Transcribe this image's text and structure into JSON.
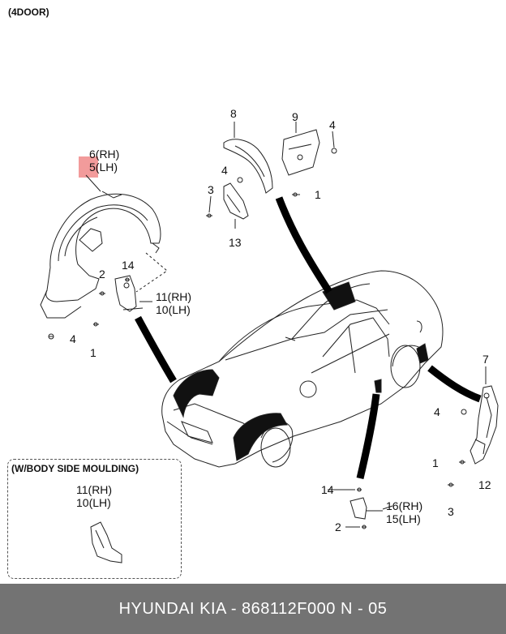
{
  "header": {
    "title": "(4DOOR)"
  },
  "inset": {
    "title": "(W/BODY SIDE MOULDING)",
    "label_rh": "11(RH)",
    "label_lh": "10(LH)"
  },
  "callouts": {
    "c6rh": "6(RH)",
    "c5lh": "5(LH)",
    "c14_left": "14",
    "c2_left": "2",
    "c11rh_left": "11(RH)",
    "c10lh_left": "10(LH)",
    "c4_left": "4",
    "c1_left": "1",
    "c8": "8",
    "c9": "9",
    "c4_top_r": "4",
    "c4_top_m": "4",
    "c3_top": "3",
    "c1_top": "1",
    "c13": "13",
    "c7": "7",
    "c4_right": "4",
    "c1_right": "1",
    "c12": "12",
    "c3_right": "3",
    "c14_bottom": "14",
    "c16rh": "16(RH)",
    "c15lh": "15(LH)",
    "c2_bottom": "2"
  },
  "footer": {
    "text": "HYUNDAI  KIA - 868112F000      N - 05"
  }
}
